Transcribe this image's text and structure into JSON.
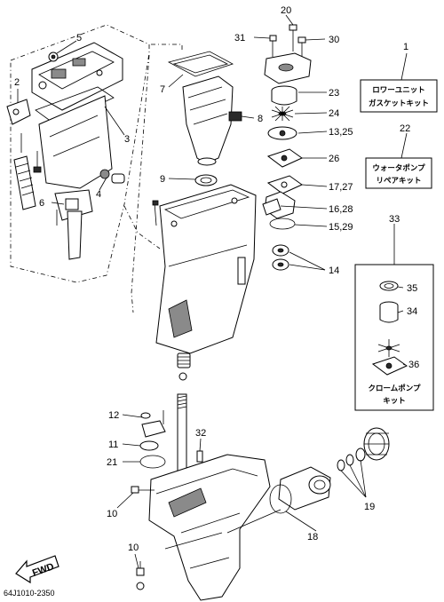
{
  "callouts": {
    "n1": "1",
    "n2": "2",
    "n3": "3",
    "n4": "4",
    "n5": "5",
    "n6": "6",
    "n7": "7",
    "n8": "8",
    "n9": "9",
    "n10a": "10",
    "n10b": "10",
    "n11": "11",
    "n12": "12",
    "n13_25": "13,25",
    "n14": "14",
    "n15_29": "15,29",
    "n16_28": "16,28",
    "n17_27": "17,27",
    "n18": "18",
    "n19": "19",
    "n20": "20",
    "n21": "21",
    "n22": "22",
    "n23": "23",
    "n24": "24",
    "n26": "26",
    "n30": "30",
    "n31": "31",
    "n32": "32",
    "n33": "33",
    "n34": "34",
    "n35": "35",
    "n36": "36"
  },
  "kits": {
    "lower_unit_gasket_kit": [
      "ロワーユニット",
      "ガスケットキット"
    ],
    "water_pump_repair_kit": [
      "ウォータポンプ",
      "リペアキット"
    ],
    "chrome_pump_kit": [
      "クロームポンプ",
      "キット"
    ]
  },
  "fwd_label": "FWD",
  "diagram_code": "64J1010-2350"
}
